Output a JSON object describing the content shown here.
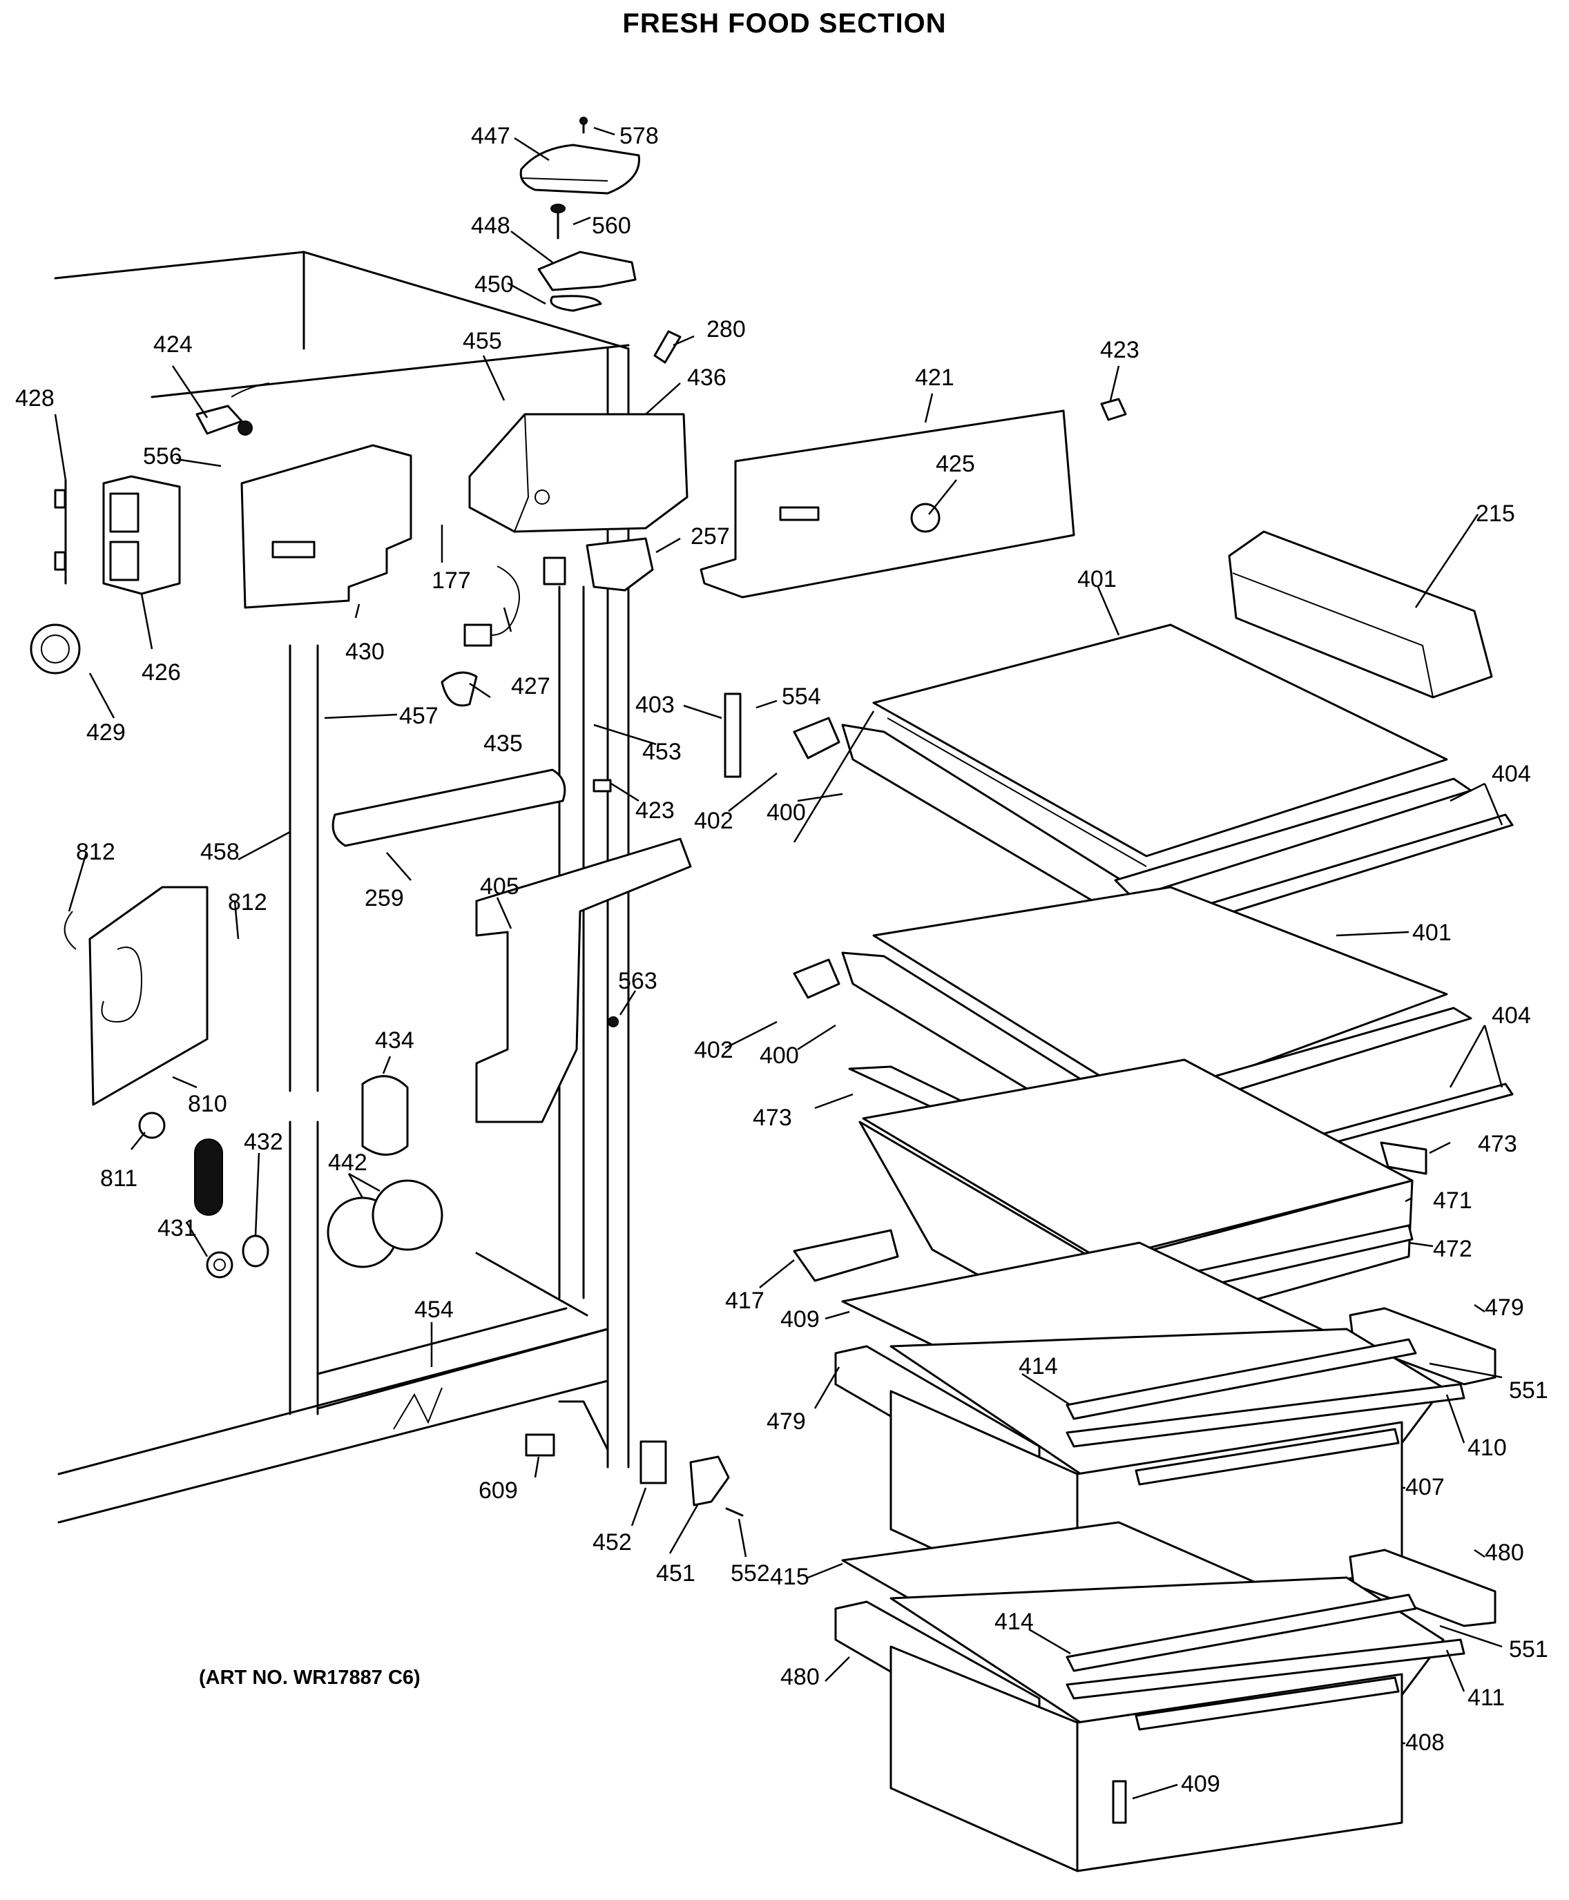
{
  "title": "FRESH FOOD SECTION",
  "art_number": "(ART NO. WR17887 C6)",
  "callouts": [
    "447",
    "578",
    "448",
    "560",
    "450",
    "280",
    "424",
    "455",
    "436",
    "421",
    "423",
    "428",
    "556",
    "425",
    "215",
    "257",
    "177",
    "426",
    "430",
    "427",
    "401",
    "429",
    "435",
    "457",
    "403",
    "554",
    "453",
    "423",
    "402",
    "400",
    "404",
    "812",
    "458",
    "259",
    "812",
    "405",
    "401",
    "563",
    "434",
    "402",
    "400",
    "404",
    "810",
    "473",
    "473",
    "811",
    "432",
    "442",
    "471",
    "431",
    "472",
    "479",
    "417",
    "409",
    "454",
    "414",
    "551",
    "479",
    "410",
    "407",
    "609",
    "452",
    "451",
    "552",
    "415",
    "480",
    "414",
    "551",
    "480",
    "411",
    "408",
    "409"
  ]
}
